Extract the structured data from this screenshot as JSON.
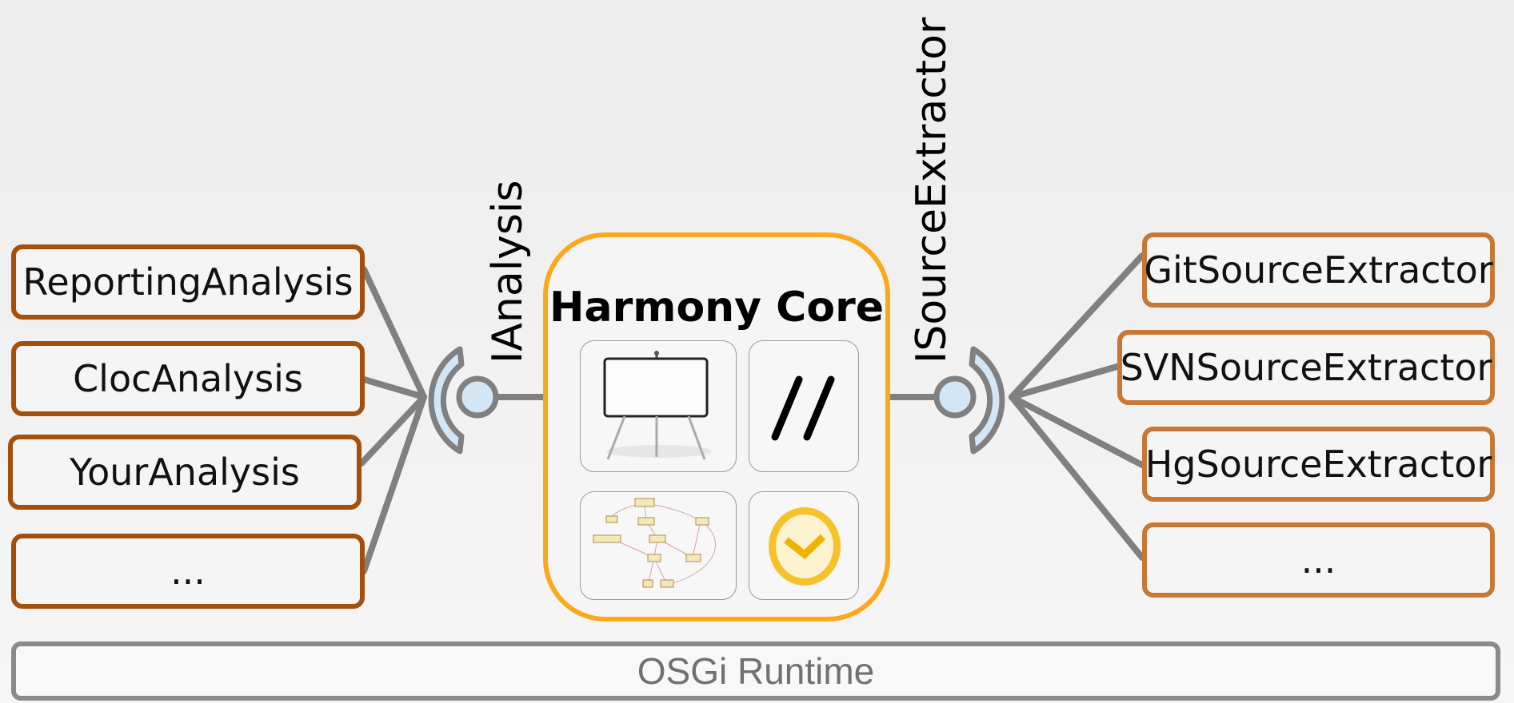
{
  "core": {
    "title": "Harmony Core"
  },
  "interfaces": {
    "left": "IAnalysis",
    "right": "ISourceExtractor"
  },
  "analyses": [
    "ReportingAnalysis",
    "ClocAnalysis",
    "YourAnalysis",
    "..."
  ],
  "extractors": [
    "GitSourceExtractor",
    "SVNSourceExtractor",
    "HgSourceExtractor",
    "..."
  ],
  "runtime": {
    "label": "OSGi Runtime"
  },
  "colors": {
    "analysis_border": "#a54f0c",
    "extractor_border": "#c77836",
    "core_border": "#f9a91a",
    "connector": "#808080",
    "socket_fill": "#d3e6f5"
  },
  "tiles": [
    "whiteboard-icon",
    "double-slash-icon",
    "uml-graph-icon",
    "clock-icon"
  ]
}
